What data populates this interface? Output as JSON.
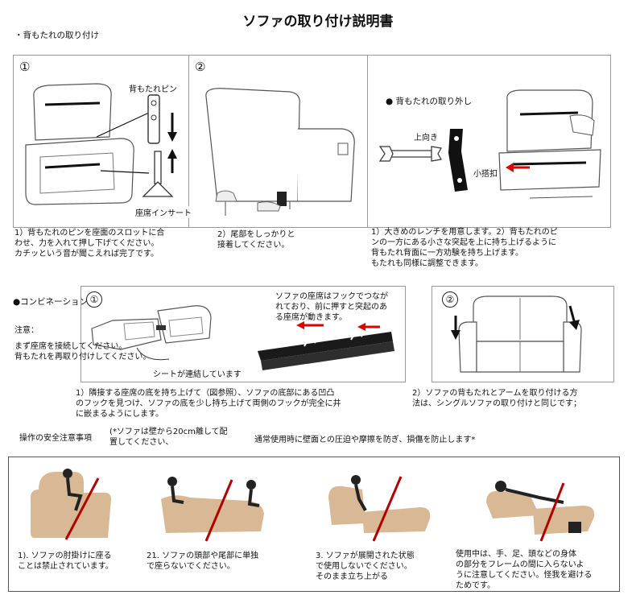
{
  "title": "ソファの取り付け説明書",
  "backrest_section": {
    "heading": "・背もたれの取り付け",
    "step1": {
      "number": "①",
      "pin_label": "背もたれピン",
      "seat_insert_label": "座席インサート",
      "caption_lines": [
        "1）背もたれのピンを座面のスロットに合",
        "わせ、力を入れて押し下げてください。",
        "カチッという音が聞こえれば完了です。"
      ]
    },
    "step2": {
      "number": "②",
      "caption_lines": [
        "2）尾部をしっかりと",
        "接着してください。"
      ]
    },
    "removal": {
      "heading": "背もたれの取り外し",
      "up_label": "上向き",
      "small_hook_label": "小搭扣",
      "caption_lines": [
        "1）大きめのレンチを用意します。2）背もたれのピ",
        "ンの一方にある小さな突起を上に持ち上げるように",
        "背もたれ背面に一方劝験を持ち上げます。",
        "もたれも同様に調整できます。"
      ]
    }
  },
  "combination_section": {
    "heading": "●コンビネーション",
    "note_label": "注意：",
    "note_lines": [
      "まず座席を接続してください。",
      "背もたれを再取り付けしてください。"
    ],
    "step1": {
      "number": "①",
      "hook_note_lines": [
        "ソファの座席はフックでつなが",
        "れており、前に押すと突起のあ",
        "る座席が動きます。"
      ],
      "seat_connected_label": "シートが連結しています",
      "caption_lines": [
        "1）隣接する座席の底を持ち上げて（図参照）、ソファの底部にある凹凸",
        "のフックを見つけ、ソファの底を少し持ち上げて両側のフックが完全に井",
        "に嵌まるようにします。"
      ]
    },
    "step2": {
      "number": "②",
      "caption_lines": [
        "2）ソファの背もたれとアームを取り付ける方",
        "法は、シングルソファの取り付けと同じです；"
      ]
    }
  },
  "safety_section": {
    "heading": "操作の安全注意事項",
    "wall_note_lines": [
      "(*ソファは壁から20cm離して配",
      "置してください、"
    ],
    "wall_note_tail": "通常使用時に壁面との圧迫や摩擦を防ぎ、損傷を防止します*",
    "items": [
      {
        "caption_lines": [
          "1). ソファの肘掛けに座る",
          "ことは禁止されています。"
        ]
      },
      {
        "caption_lines": [
          "21. ソファの頭部や尾部に単独",
          "で座らないでください。"
        ]
      },
      {
        "caption_lines": [
          "3. ソファが展開された状態",
          "で使用しないでください。",
          "そのまま立ち上がる"
        ]
      },
      {
        "caption_lines": [
          "使用中は、手、足、頭などの身体",
          "の部分をフレームの間に入らないよ",
          "うに注意してください。怪我を避ける",
          "ためです。"
        ]
      }
    ]
  },
  "colors": {
    "arrow_red": "#e00000",
    "chair_tan": "#d9b896",
    "slash_red": "#b00000",
    "panel_border": "#9a9a9a"
  }
}
